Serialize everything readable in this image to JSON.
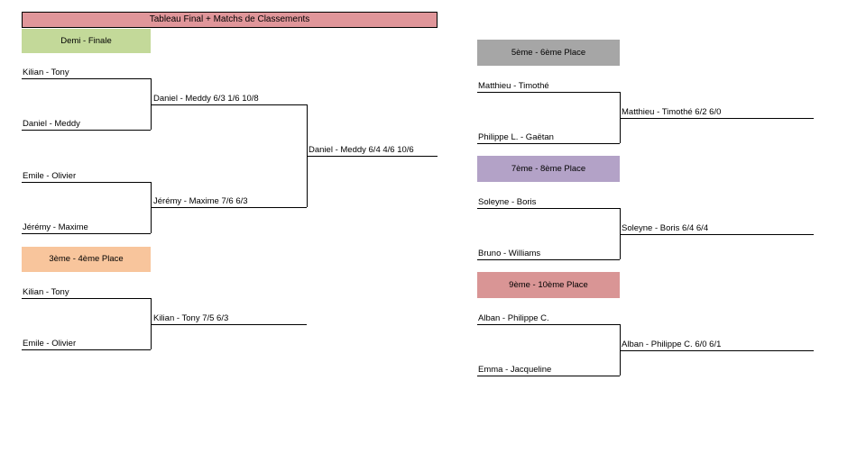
{
  "title": "Tableau Final + Matchs de Classements",
  "colors": {
    "title": "#e0969a",
    "demi": "#c3d999",
    "bronze": "#f8c59c",
    "p5": "#a6a6a6",
    "p7": "#b3a2c7",
    "p9": "#d99595"
  },
  "sections": {
    "demi": "Demi - Finale",
    "bronze": "3ème - 4ème Place",
    "p5": "5ème - 6ème Place",
    "p7": "7ème - 8ème Place",
    "p9": "9ème - 10ème Place"
  },
  "demi": {
    "m1": "Kilian - Tony",
    "m2": "Daniel - Meddy",
    "m3": "Emile - Olivier",
    "m4": "Jérémy - Maxime",
    "r1": "Daniel - Meddy 6/3 1/6 10/8",
    "r2": "Jérémy - Maxime 7/6 6/3",
    "final": "Daniel - Meddy 6/4 4/6 10/6"
  },
  "bronze": {
    "m1": "Kilian - Tony",
    "m2": "Emile - Olivier",
    "result": "Kilian - Tony 7/5 6/3"
  },
  "p5": {
    "m1": "Matthieu - Timothé",
    "m2": "Philippe L. - Gaëtan",
    "result": "Matthieu - Timothé 6/2 6/0"
  },
  "p7": {
    "m1": "Soleyne - Boris",
    "m2": "Bruno - Williams",
    "result": "Soleyne - Boris 6/4 6/4"
  },
  "p9": {
    "m1": "Alban - Philippe C.",
    "m2": "Emma - Jacqueline",
    "result": "Alban - Philippe C. 6/0 6/1"
  }
}
